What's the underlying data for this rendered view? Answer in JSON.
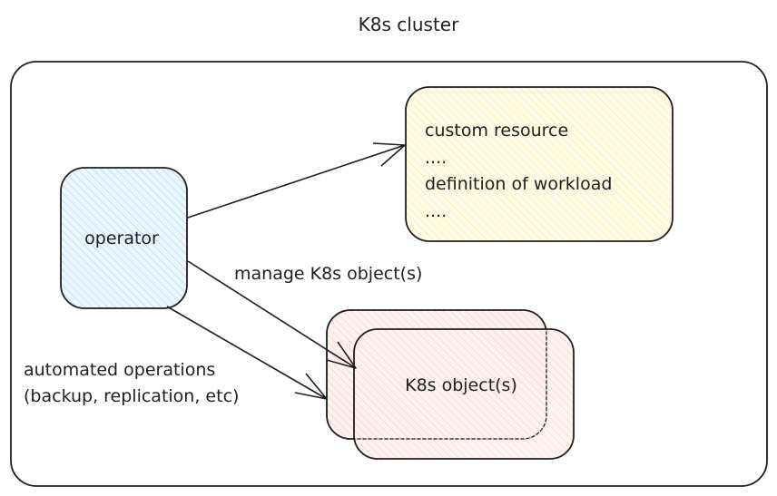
{
  "diagram": {
    "title": "K8s cluster",
    "nodes": {
      "operator": {
        "label": "operator",
        "fill": "#a5d8ff"
      },
      "custom_resource": {
        "lines": [
          "custom resource",
          "....",
          "definition of workload",
          "...."
        ],
        "fill": "#ffec99"
      },
      "k8s_objects": {
        "label": "K8s object(s)",
        "fill": "#ffc9c9"
      }
    },
    "edges": [
      {
        "from": "operator",
        "to": "custom_resource",
        "label": ""
      },
      {
        "from": "operator",
        "to": "k8s_objects",
        "label": "manage K8s object(s)"
      },
      {
        "from": "operator",
        "to": "k8s_objects",
        "label_lines": [
          "automated operations",
          "(backup, replication, etc)"
        ]
      }
    ],
    "colors": {
      "stroke": "#1e1e1e",
      "background": "#ffffff"
    }
  }
}
